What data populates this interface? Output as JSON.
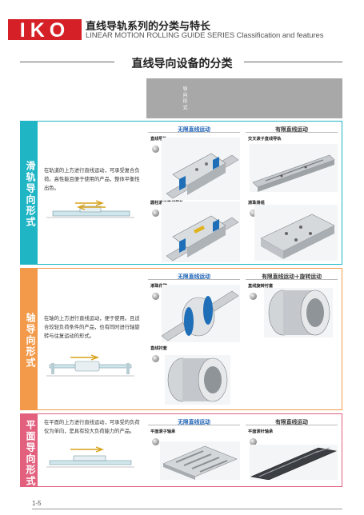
{
  "header": {
    "brand": "IKO",
    "title_cn": "直线导轨系列的分类与特长",
    "title_en": "LINEAR MOTION ROLLING GUIDE SERIES Classification and features"
  },
  "page_title": "直线导向设备的分类",
  "band_label": "导 向 形 式",
  "sections": [
    {
      "side_label": "滑轨导向形式",
      "color": "#1fb5c4",
      "description": "在轨道的上方进行直线运动，可承受复合负荷。高性能且便于使用的产品，整体平衡性出色。",
      "col_left_head": "无限直线运动",
      "col_right_head": "有限直线运动",
      "products": [
        "直线导轨",
        "交叉滚子直线导轨",
        "圆柱滚子直线导轨",
        "滚珠滑组"
      ]
    },
    {
      "side_label": "轴导向形式",
      "color": "#f39a4a",
      "description": "在轴的上方进行直线运动，便于使用。且适合较轻负荷条件的产品，也有同时进行轴旋转与往复运动的形式。",
      "col_left_head": "无限直线运动",
      "col_right_head": "有限直线运动＋旋转运动",
      "products": [
        "滚珠花键",
        "直线旋转衬套",
        "直线衬套"
      ]
    },
    {
      "side_label": "平面导向形式",
      "color": "#e2607e",
      "description": "在平面的上方进行直线运动，可承受的负荷仅为单向，是具有较大负荷能力的产品。",
      "col_left_head": "无限直线运动",
      "col_right_head": "有限直线运动",
      "products": [
        "平面滚子轴承",
        "平面滚针轴承"
      ]
    }
  ],
  "page_number": "1-5",
  "colors": {
    "head_blue": "#1a5fb4",
    "band_grey": "#a8a8a8",
    "logo_red": "#d62027"
  }
}
